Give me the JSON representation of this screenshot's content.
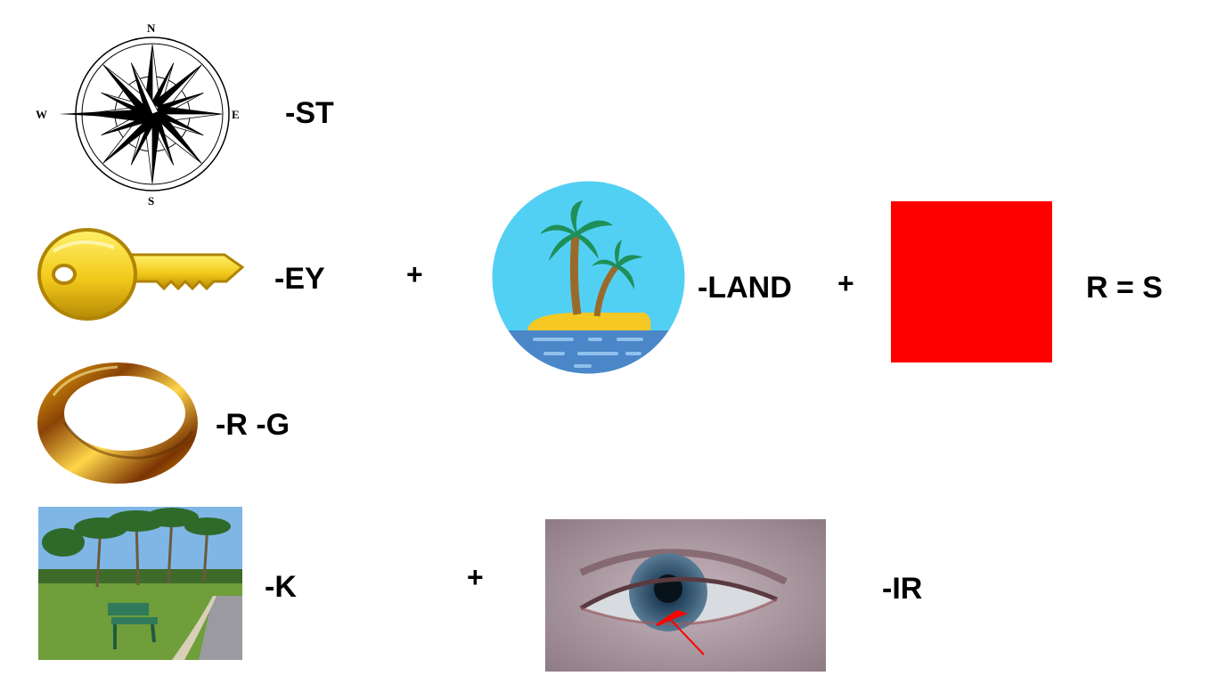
{
  "rebus": {
    "compass": {
      "suffix": "-ST",
      "letters": {
        "n": "N",
        "s": "S",
        "e": "E",
        "w": "W"
      }
    },
    "key": {
      "suffix": "-EY"
    },
    "ring": {
      "suffix": "-R -G"
    },
    "park": {
      "suffix": "-K"
    },
    "island": {
      "suffix": "-LAND"
    },
    "square": {
      "color": "#ff0000"
    },
    "rule": "R = S",
    "eye": {
      "suffix": "-IR"
    },
    "plus_sign": "+"
  }
}
